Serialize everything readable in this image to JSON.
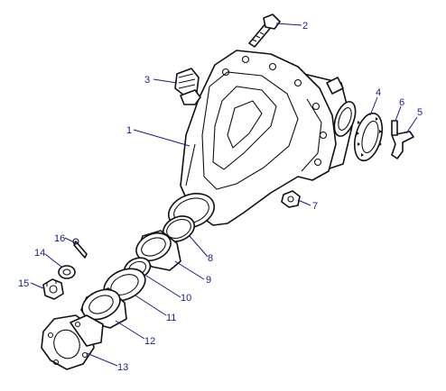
{
  "callouts": {
    "c1": "1",
    "c2": "2",
    "c3": "3",
    "c4": "4",
    "c5": "5",
    "c6": "6",
    "c7": "7",
    "c8": "8",
    "c9": "9",
    "c10": "10",
    "c11": "11",
    "c12": "12",
    "c13": "13",
    "c14": "14",
    "c15": "15",
    "c16": "16"
  },
  "colors": {
    "line": "#111111",
    "callout": "#1a1a8c",
    "background": "#ffffff"
  }
}
